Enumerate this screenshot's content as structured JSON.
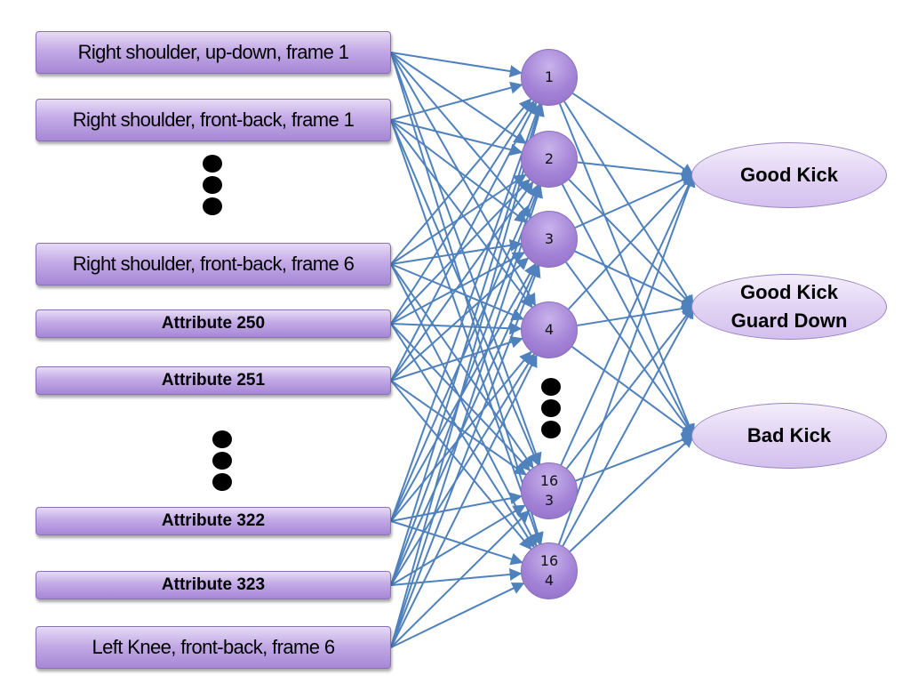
{
  "inputs": [
    {
      "id": "in1",
      "label": "Right shoulder, up-down, frame 1",
      "size": "large"
    },
    {
      "id": "in2",
      "label": "Right shoulder, front-back, frame 1",
      "size": "large"
    },
    {
      "id": "in3",
      "label": "Right shoulder, front-back, frame 6",
      "size": "large"
    },
    {
      "id": "in4",
      "label": "Attribute 250",
      "size": "small"
    },
    {
      "id": "in5",
      "label": "Attribute 251",
      "size": "small"
    },
    {
      "id": "in6",
      "label": "Attribute  322",
      "size": "small"
    },
    {
      "id": "in7",
      "label": "Attribute 323",
      "size": "small"
    },
    {
      "id": "in8",
      "label": "Left Knee, front-back, frame 6",
      "size": "large"
    }
  ],
  "hidden_nodes": [
    {
      "id": "h1",
      "lines": [
        "1"
      ]
    },
    {
      "id": "h2",
      "lines": [
        "2"
      ]
    },
    {
      "id": "h3",
      "lines": [
        "3"
      ]
    },
    {
      "id": "h4",
      "lines": [
        "4"
      ]
    },
    {
      "id": "h163",
      "lines": [
        "16",
        "3"
      ]
    },
    {
      "id": "h164",
      "lines": [
        "16",
        "4"
      ]
    }
  ],
  "outputs": [
    {
      "id": "o1",
      "lines": [
        "Good Kick"
      ]
    },
    {
      "id": "o2",
      "lines": [
        "Good Kick",
        "Guard Down"
      ]
    },
    {
      "id": "o3",
      "lines": [
        "Bad Kick"
      ]
    }
  ],
  "colors": {
    "connection": "#4f81bd",
    "box_fill": "#b39ddb",
    "node_fill": "#a383d6",
    "output_fill": "#e2d4f4",
    "ellipsis_dots": "#000000"
  }
}
